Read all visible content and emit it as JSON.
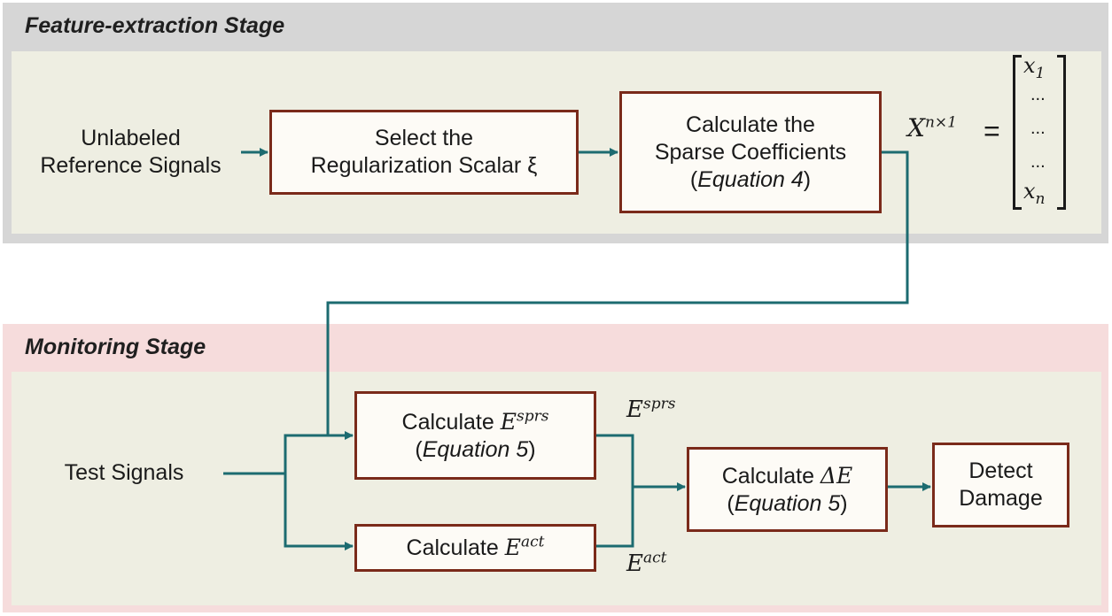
{
  "stages": {
    "feature": {
      "title": "Feature-extraction Stage"
    },
    "monitoring": {
      "title": "Monitoring Stage"
    }
  },
  "feature_nodes": {
    "input": {
      "line1": "Unlabeled",
      "line2": "Reference Signals"
    },
    "select": {
      "line1": "Select the",
      "line2": "Regularization Scalar ξ"
    },
    "sparse": {
      "line1": "Calculate the",
      "line2": "Sparse Coefficients",
      "eq_open": "(",
      "eq": "Equation 4",
      "eq_close": ")"
    },
    "vector": {
      "lhs": "X",
      "lhs_sup": "n×1",
      "equals": "=",
      "first": "x",
      "first_sub": "1",
      "dots": "...",
      "last": "x",
      "last_sub": "n"
    }
  },
  "monitoring_nodes": {
    "input": {
      "text": "Test Signals"
    },
    "esprs": {
      "prefix": "Calculate ",
      "sym": "E",
      "sup": "sprs",
      "eq_open": "(",
      "eq": "Equation 5",
      "eq_close": ")"
    },
    "eact": {
      "prefix": "Calculate ",
      "sym": "E",
      "sup": "act"
    },
    "delta": {
      "prefix": "Calculate ",
      "sym": "ΔE",
      "eq_open": "(",
      "eq": "Equation 5",
      "eq_close": ")"
    },
    "detect": {
      "line1": "Detect",
      "line2": "Damage"
    },
    "edge_esprs": {
      "sym": "E",
      "sup": "sprs"
    },
    "edge_eact": {
      "sym": "E",
      "sup": "act"
    }
  },
  "colors": {
    "feature_band": "#d6d6d6",
    "feature_panel": "#eeeee2",
    "monitoring_band": "#f6dcdc",
    "monitoring_panel": "#eeeee2",
    "box_border": "#7a2a1a",
    "connector": "#1c6b70"
  }
}
